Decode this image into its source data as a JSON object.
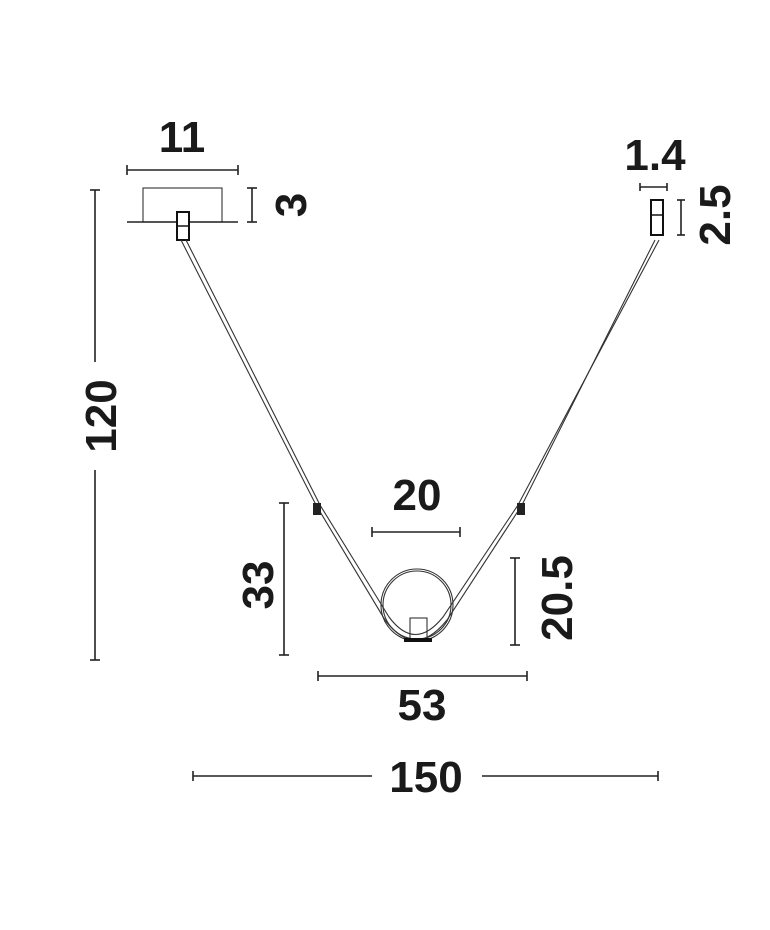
{
  "dimensions": {
    "canopy_width": "11",
    "canopy_height": "3",
    "connector_width": "1.4",
    "connector_height": "2.5",
    "total_height": "120",
    "loop_height": "33",
    "globe_width": "20",
    "globe_height": "20.5",
    "loop_width": "53",
    "total_width": "150"
  },
  "colors": {
    "line": "#222222",
    "background": "#ffffff"
  }
}
